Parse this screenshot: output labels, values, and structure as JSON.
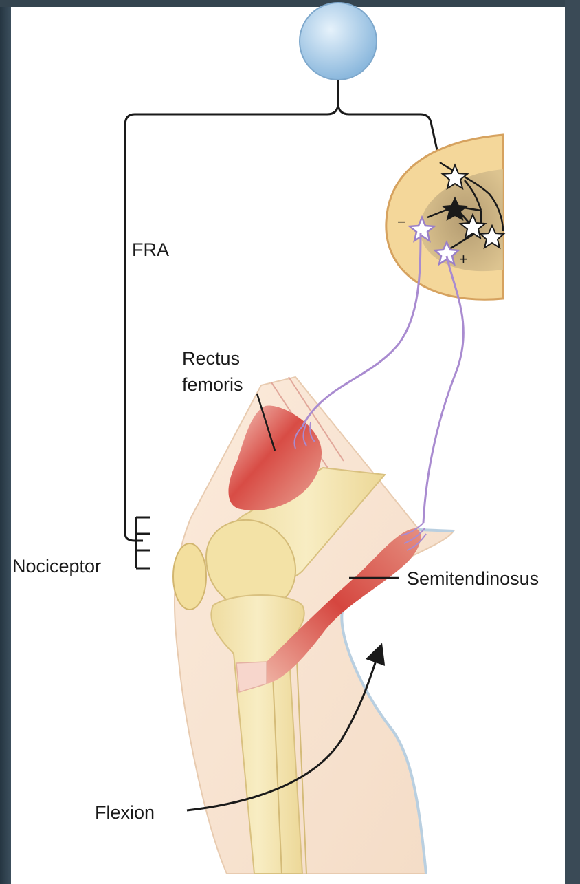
{
  "labels": {
    "fra": "FRA",
    "rectus_femoris_line1": "Rectus",
    "rectus_femoris_line2": "femoris",
    "nociceptor": "Nociceptor",
    "semitendinosus": "Semitendinosus",
    "flexion": "Flexion",
    "minus_sign": "−",
    "plus_sign": "+"
  },
  "colors": {
    "soma": "#a9cdea",
    "spinal_cord": "#f4d79a",
    "gray_matter": "#cdb284",
    "motor_axon": "#a98bd0",
    "muscle": "#d9534f",
    "bone": "#f1e2a6",
    "skin": "#f7e3d0"
  }
}
